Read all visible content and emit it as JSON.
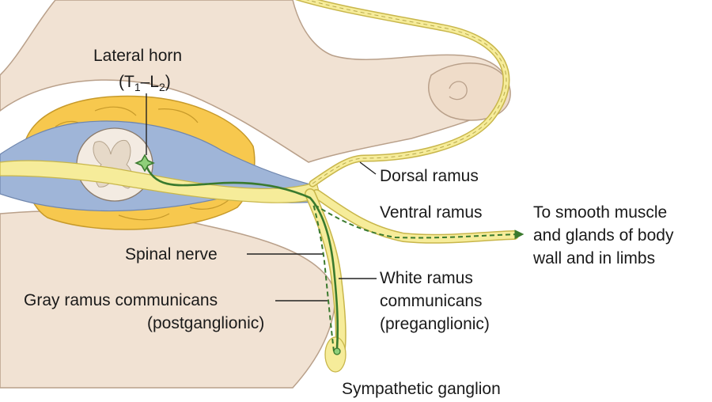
{
  "labels": {
    "lateral_horn": "Lateral horn",
    "segment_open": "(T",
    "segment_sub1": "1",
    "segment_dash": "–L",
    "segment_sub2": "2",
    "segment_close": ")",
    "dorsal_ramus": "Dorsal ramus",
    "ventral_ramus": "Ventral ramus",
    "target_line1": "To smooth muscle",
    "target_line2": "and glands of body",
    "target_line3": "wall and in limbs",
    "spinal_nerve": "Spinal nerve",
    "white_ramus_line1": "White ramus",
    "white_ramus_line2": "communicans",
    "white_ramus_line3": "(preganglionic)",
    "gray_ramus_line1": "Gray ramus communicans",
    "gray_ramus_line2": "(postganglionic)",
    "sympathetic_ganglion": "Sympathetic ganglion"
  },
  "colors": {
    "bone": "#f1e2d3",
    "bone_outline": "#b9a08a",
    "fat": "#f7c84e",
    "fat_outline": "#c79a2a",
    "meninges": "#9fb5d8",
    "nerve": "#f6ec9a",
    "nerve_outline": "#c8b64a",
    "preganglionic": "#3a7a2e",
    "postganglionic": "#3a7a2e",
    "cord": "#f3ebe2",
    "gray_matter": "#e6d9c8"
  }
}
